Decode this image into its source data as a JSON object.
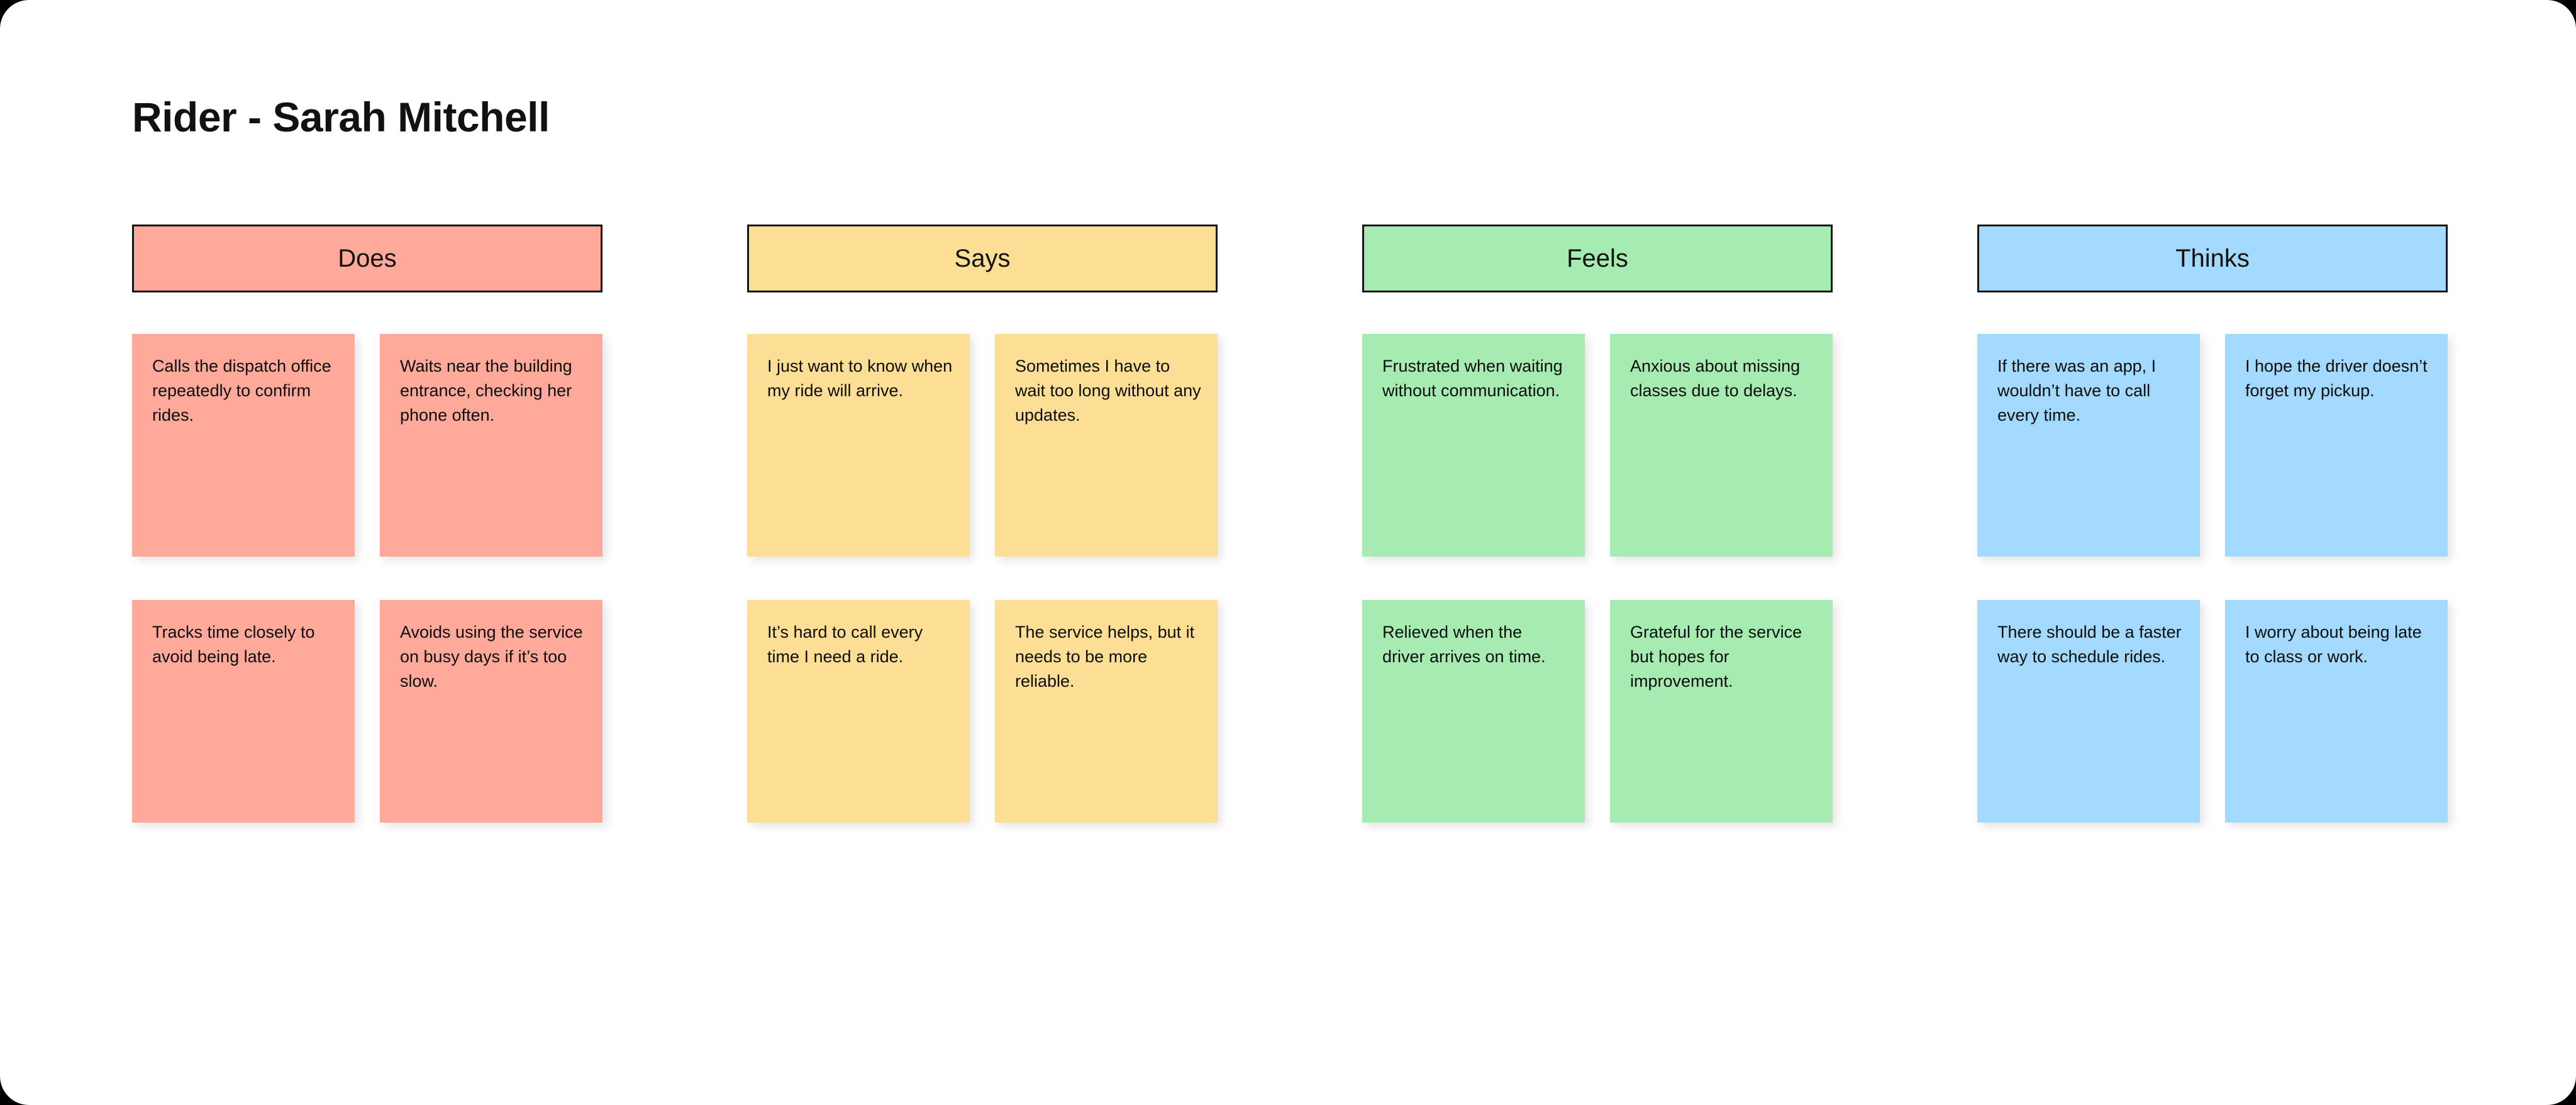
{
  "board": {
    "title": "Rider - Sarah Mitchell",
    "type": "empathy-map",
    "colors": {
      "does": "#FFA99B",
      "says": "#FCDE94",
      "feels": "#A6EBB0",
      "thinks": "#A3D9FC",
      "header_border": "#141414",
      "canvas": "#FFFFFF",
      "page_background": "#000000",
      "text": "#111111"
    },
    "columns": [
      {
        "id": "does",
        "label": "Does",
        "color": "#FFA99B",
        "notes": [
          "Calls the dispatch office repeatedly to confirm rides.",
          "Waits near the building entrance, checking her phone often.",
          "Tracks time closely to avoid being late.",
          "Avoids using the service on busy days if it’s too slow."
        ]
      },
      {
        "id": "says",
        "label": "Says",
        "color": "#FCDE94",
        "notes": [
          "I just want to know when my ride will arrive.",
          "Sometimes I have to wait too long without any updates.",
          "It’s hard to call every time I need a ride.",
          "The service helps, but it needs to be more reliable."
        ]
      },
      {
        "id": "feels",
        "label": "Feels",
        "color": "#A6EBB0",
        "notes": [
          "Frustrated when waiting without communication.",
          "Anxious about missing classes due to delays.",
          "Relieved when the driver arrives on time.",
          "Grateful for the service but hopes for improvement."
        ]
      },
      {
        "id": "thinks",
        "label": "Thinks",
        "color": "#A3D9FC",
        "notes": [
          "If there was an app, I wouldn’t have to call every time.",
          "I hope the driver doesn’t forget my pickup.",
          "There should be a faster way to schedule rides.",
          "I worry about being late to class or work."
        ]
      }
    ]
  }
}
